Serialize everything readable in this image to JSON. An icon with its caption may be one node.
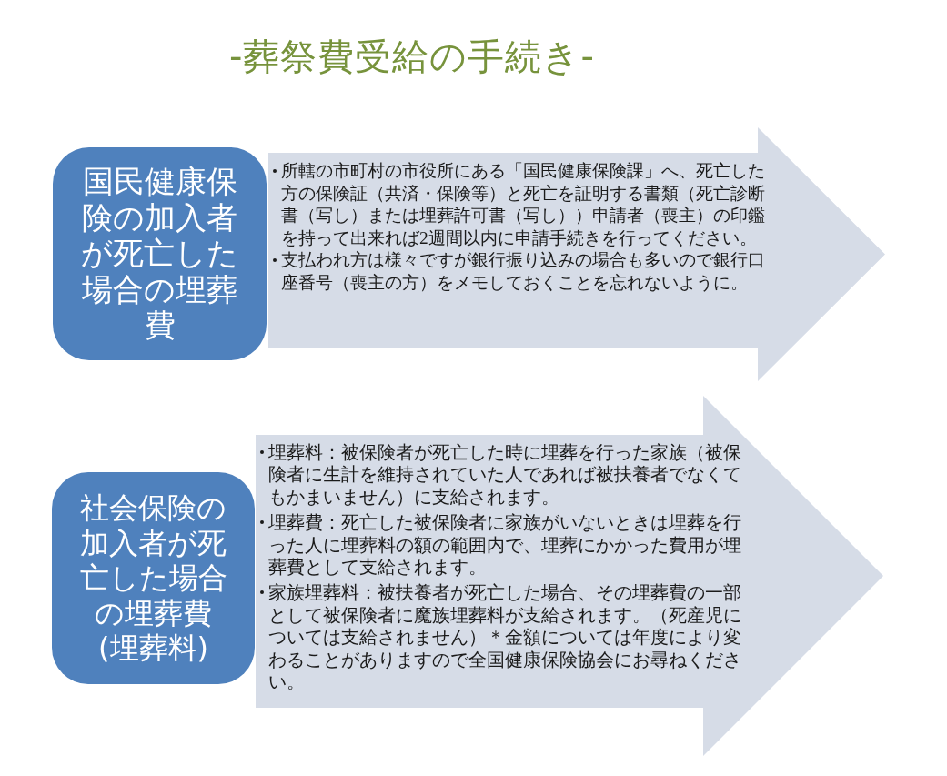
{
  "diagram": {
    "title": "-葬祭費受給の手続き-",
    "nodes": [
      {
        "text": [
          "国民健康保険の加入者が死亡した場合の埋葬費"
        ]
      },
      {
        "text": [
          "所轄の市町村の市役所にある「国民健康保険課」へ、死亡した方の保険証（共済・保険等）と死亡を証明する書類（死亡診断書（写し）または埋葬許可書（写し））申請者（喪主）の印鑑を持って出来れば2週間以内に申請手続きを行ってください。",
          "支払われ方は様々ですが銀行振り込みの場合も多いので銀行口座番号（喪主の方）をメモしておくことを忘れないように。"
        ]
      },
      {
        "text": [
          "社会保険の加入者が死亡した場合の埋葬費(埋葬料)"
        ]
      },
      {
        "text": [
          "埋葬料：被保険者が死亡した時に埋葬を行った家族（被保険者に生計を維持されていた人であれば被扶養者でなくてもかまいません）に支給されます。",
          "埋葬費：死亡した被保険者に家族がいないときは埋葬を行った人に埋葬料の額の範囲内で、埋葬にかかった費用が埋葬費として支給されます。",
          "家族埋葬料：被扶養者が死亡した場合、その埋葬費の一部として被保険者に魔族埋葬料が支給されます。（死産児については支給されません）＊金額については年度により変わることがありますので全国健康保険協会にお尋ねください。"
        ]
      }
    ]
  }
}
